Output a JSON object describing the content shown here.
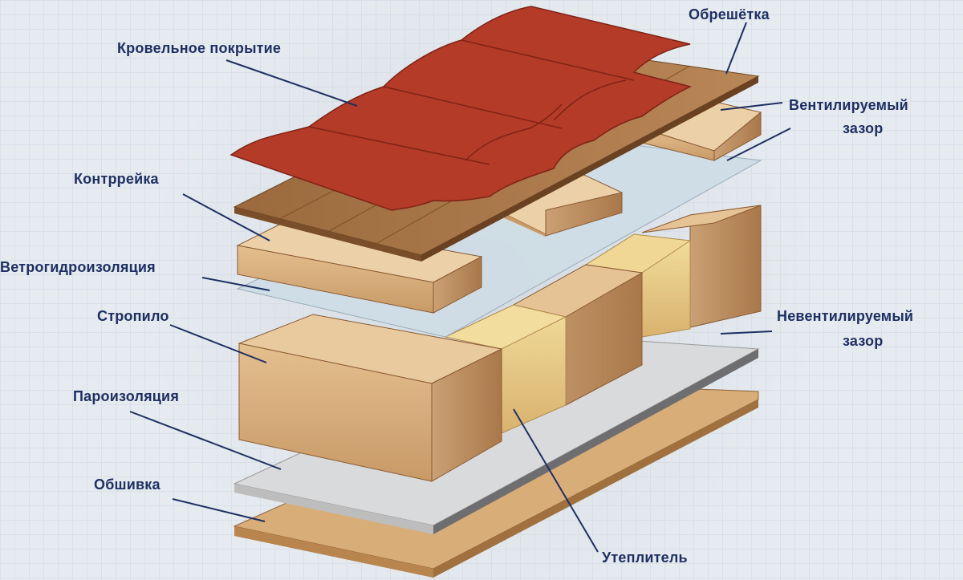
{
  "labels": {
    "roofing": "Кровельное покрытие",
    "battens": "Обрешётка",
    "vent_gap": "Вентилируемый",
    "vent_gap_2": "зазор",
    "counter_batten": "Контррейка",
    "windproof_membrane": "Ветрогидроизоляция",
    "rafter": "Стропило",
    "nonvent_gap": "Невентилируемый",
    "nonvent_gap_2": "зазор",
    "vapor_barrier": "Пароизоляция",
    "sheathing": "Обшивка",
    "insulation": "Утеплитель"
  },
  "colors": {
    "roof_red": "#b33a26",
    "wood_light": "#e2b888",
    "wood_dark": "#8a5a32",
    "insulation_yellow": "#ecd28a",
    "membrane": "#cfdde6",
    "leader_line": "#1e2f62"
  }
}
